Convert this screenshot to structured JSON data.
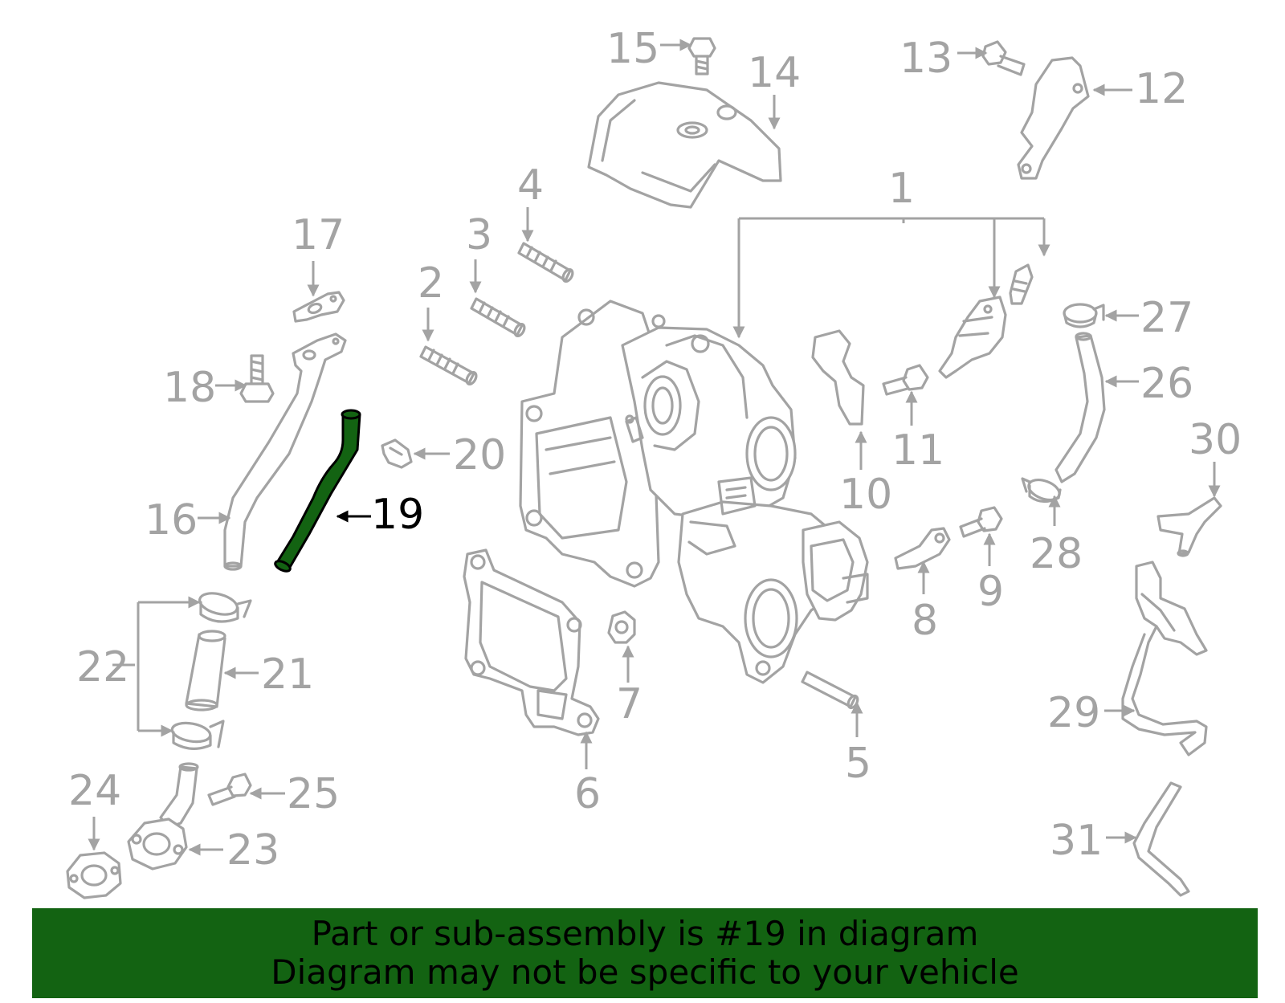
{
  "callouts": [
    "1",
    "2",
    "3",
    "4",
    "5",
    "6",
    "7",
    "8",
    "9",
    "10",
    "11",
    "12",
    "13",
    "14",
    "15",
    "16",
    "17",
    "18",
    "19",
    "20",
    "21",
    "22",
    "23",
    "24",
    "25",
    "26",
    "27",
    "28",
    "29",
    "30",
    "31"
  ],
  "highlighted_part": "19",
  "colors": {
    "highlight": "#136312",
    "part_line": "#a3a3a3",
    "banner": "#136312",
    "banner_text": "#000000"
  },
  "banner": {
    "line1": "Part or sub-assembly is #19 in diagram",
    "line2": "Diagram may not be specific to your vehicle"
  }
}
